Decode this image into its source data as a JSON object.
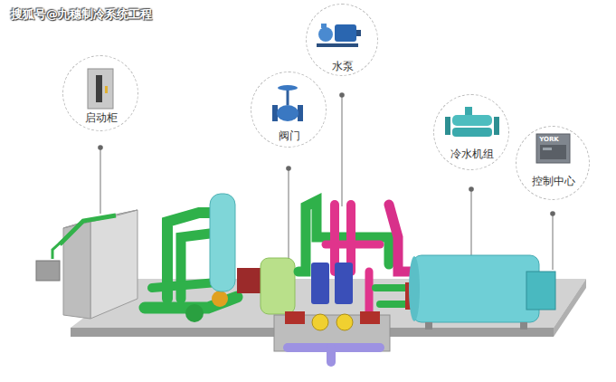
{
  "diagram": {
    "nodes": [
      {
        "text": [
          "启动柜"
        ]
      },
      {
        "text": [
          "阀门"
        ]
      },
      {
        "text": [
          "水泵"
        ]
      },
      {
        "text": [
          "冷水机组"
        ]
      },
      {
        "text": [
          "YORK",
          "控制中心"
        ]
      }
    ],
    "labels": [
      "搜狐号@九穗制冷系统工程"
    ]
  }
}
